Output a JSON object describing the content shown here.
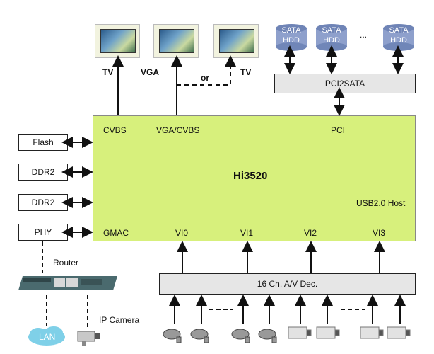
{
  "chip": {
    "name": "Hi3520"
  },
  "ports": {
    "cvbs": "CVBS",
    "vga_cvbs": "VGA/CVBS",
    "pci": "PCI",
    "usb": "USB2.0 Host",
    "gmac": "GMAC",
    "vi0": "VI0",
    "vi1": "VI1",
    "vi2": "VI2",
    "vi3": "VI3"
  },
  "outputs": {
    "tv_left": "TV",
    "vga": "VGA",
    "or": "or",
    "tv_right": "TV"
  },
  "storage": {
    "hdd_line1": "SATA",
    "hdd_line2": "HDD",
    "ellipsis": "...",
    "bridge": "PCI2SATA"
  },
  "memory": {
    "flash": "Flash",
    "ddr2_a": "DDR2",
    "ddr2_b": "DDR2",
    "phy": "PHY"
  },
  "network": {
    "router": "Router",
    "ip_camera": "IP Camera",
    "lan": "LAN"
  },
  "decoder": {
    "label": "16 Ch. A/V Dec."
  },
  "colors": {
    "chip_fill": "#d7f07c",
    "box_fill": "#e6e6e6",
    "hdd_fill": "#8ea0cc"
  }
}
